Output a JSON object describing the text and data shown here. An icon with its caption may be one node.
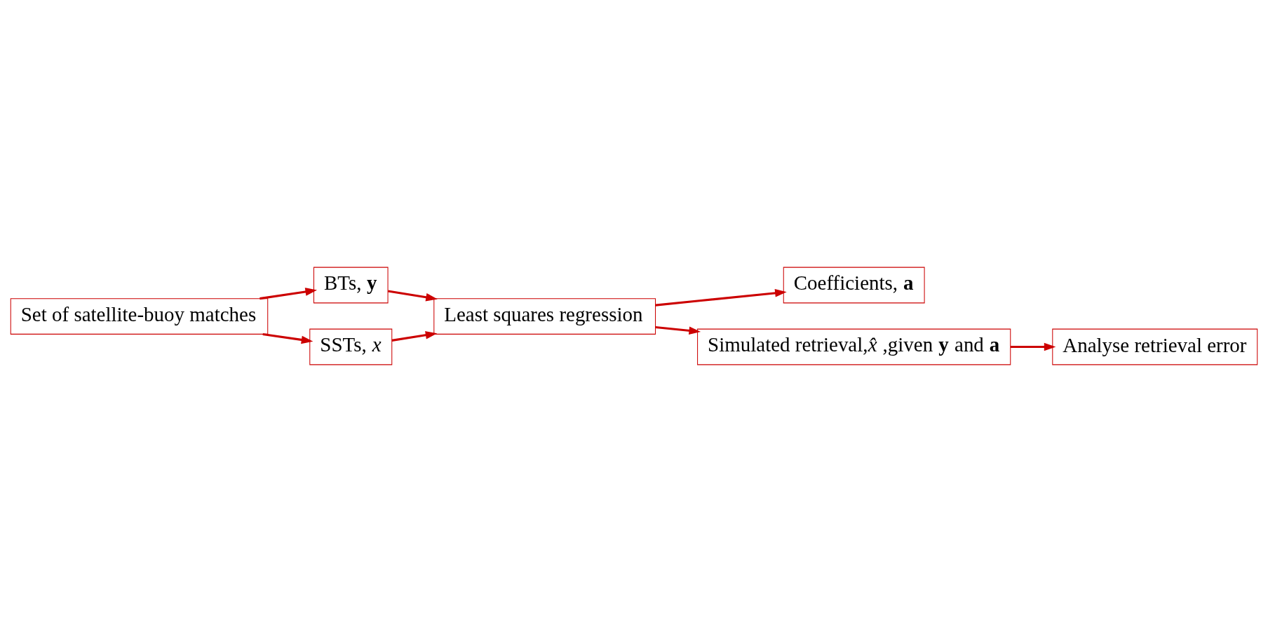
{
  "diagram": {
    "nodes": [
      {
        "text": [
          "Set of satellite-buoy matches"
        ]
      },
      {
        "text": [
          "BTs, **y**"
        ]
      },
      {
        "text": [
          "SSTs, *x*"
        ]
      },
      {
        "text": [
          "Least squares regression"
        ]
      },
      {
        "text": [
          "Coefficients, **a**"
        ]
      },
      {
        "text": [
          "Simulated retrieval,*x̂* ,given **y** and **a**"
        ]
      },
      {
        "text": [
          "Analyse retrieval error"
        ]
      }
    ],
    "edges": [
      {
        "from": 0,
        "to": 1,
        "arrow": "to"
      },
      {
        "from": 0,
        "to": 2,
        "arrow": "to"
      },
      {
        "from": 1,
        "to": 3,
        "arrow": "to"
      },
      {
        "from": 2,
        "to": 3,
        "arrow": "to"
      },
      {
        "from": 3,
        "to": 4,
        "arrow": "to"
      },
      {
        "from": 3,
        "to": 5,
        "arrow": "to"
      },
      {
        "from": 5,
        "to": 6,
        "arrow": "to"
      }
    ]
  }
}
